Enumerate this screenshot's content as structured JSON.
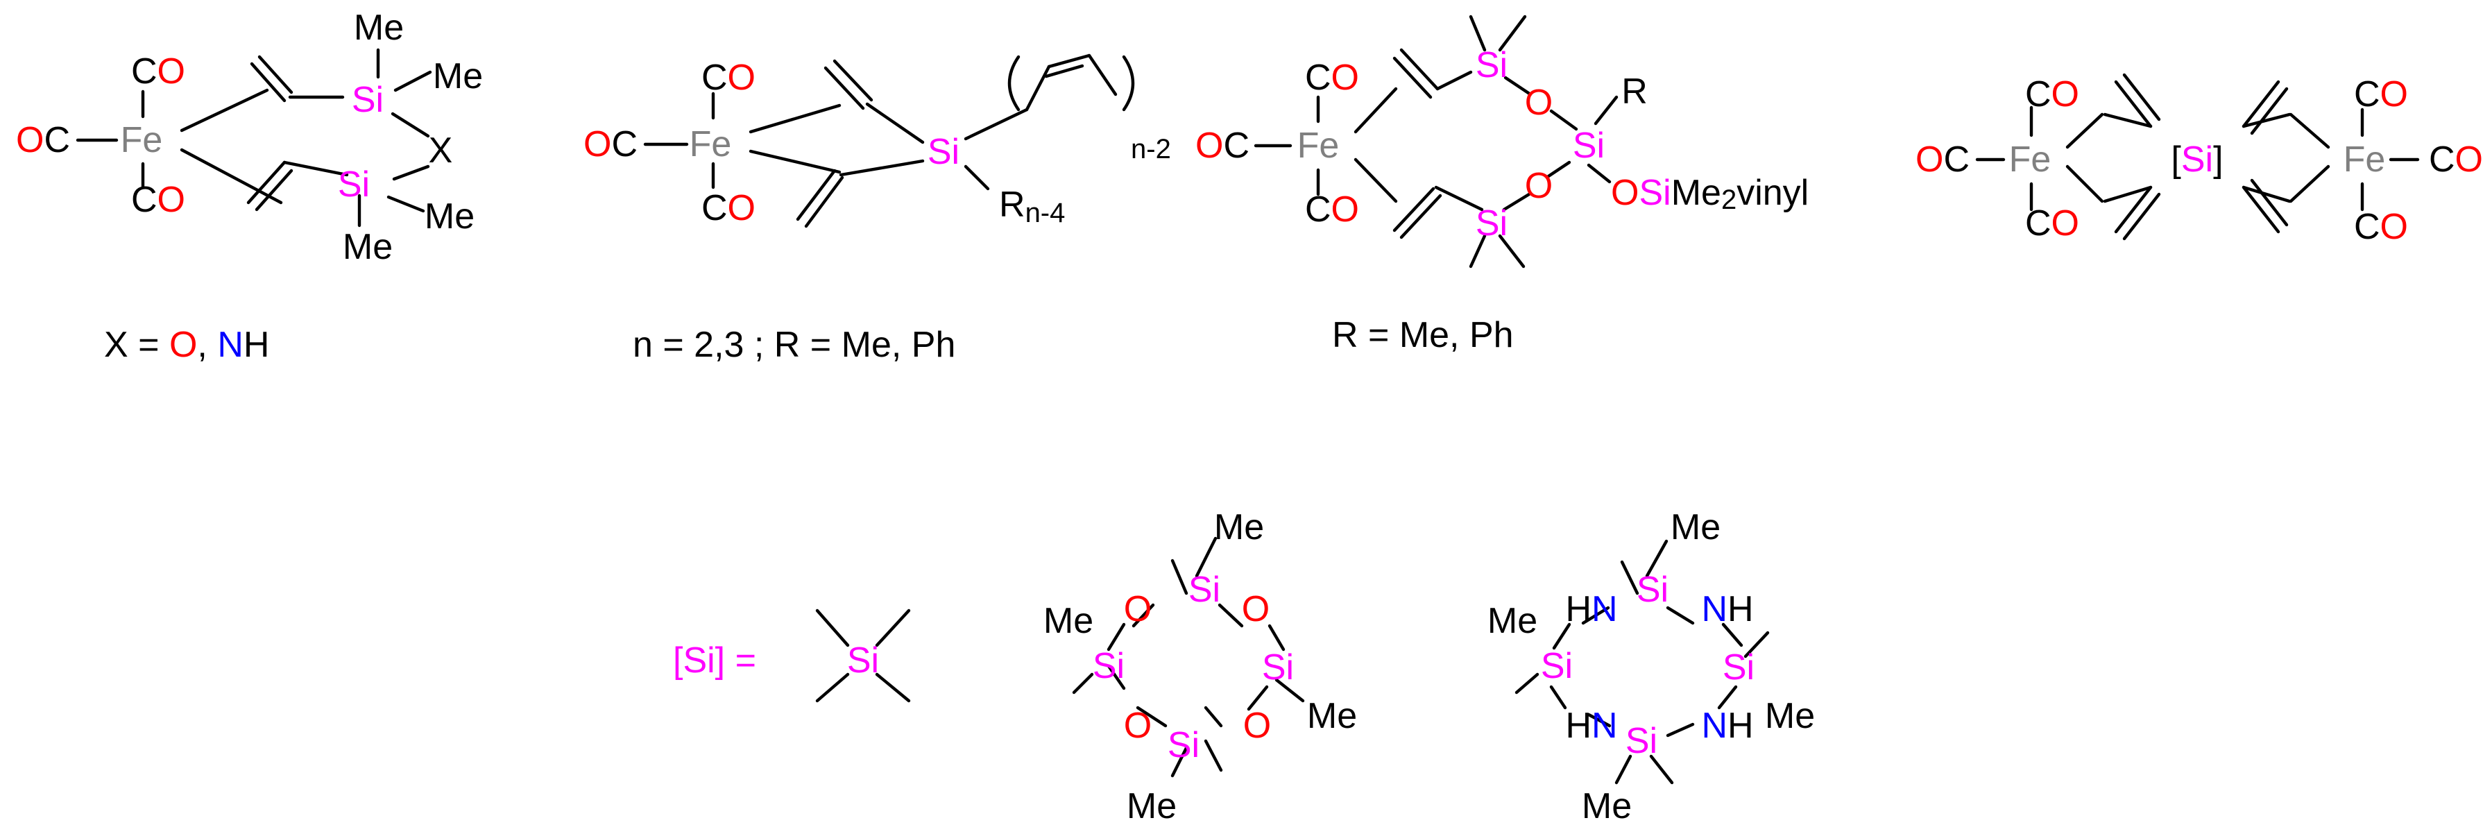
{
  "atoms": {
    "fe": "Fe",
    "si": "Si",
    "o": "O",
    "c": "C",
    "co_c": "C",
    "co_o": "O",
    "oc_o": "O",
    "oc_c": "C",
    "me": "Me",
    "n": "N",
    "h": "H",
    "hn_h": "H",
    "hn_n": "N",
    "x": "X",
    "r": "R",
    "n_index": "n-2",
    "r_group": "R",
    "r_index": "n-4",
    "sime_prefix": "Si",
    "sime_mid": "Me",
    "sime_sub": "2",
    "sime_suffix": "vinyl",
    "bracket_open": "[",
    "bracket_close": "]",
    "bracket_si": "Si"
  },
  "captions": {
    "c1_prefix": "X = ",
    "c1_o": "O",
    "c1_sep": ", ",
    "c1_n": "N",
    "c1_h": "H",
    "c2": "n = 2,3 ; R = Me, Ph",
    "c3": "R = Me, Ph"
  },
  "definition": {
    "label": "[Si] ="
  },
  "colors": {
    "silicon": "#ff00ff",
    "iron": "#808080",
    "oxygen": "#ff0000",
    "nitrogen": "#0000ff",
    "carbon": "#000000"
  }
}
